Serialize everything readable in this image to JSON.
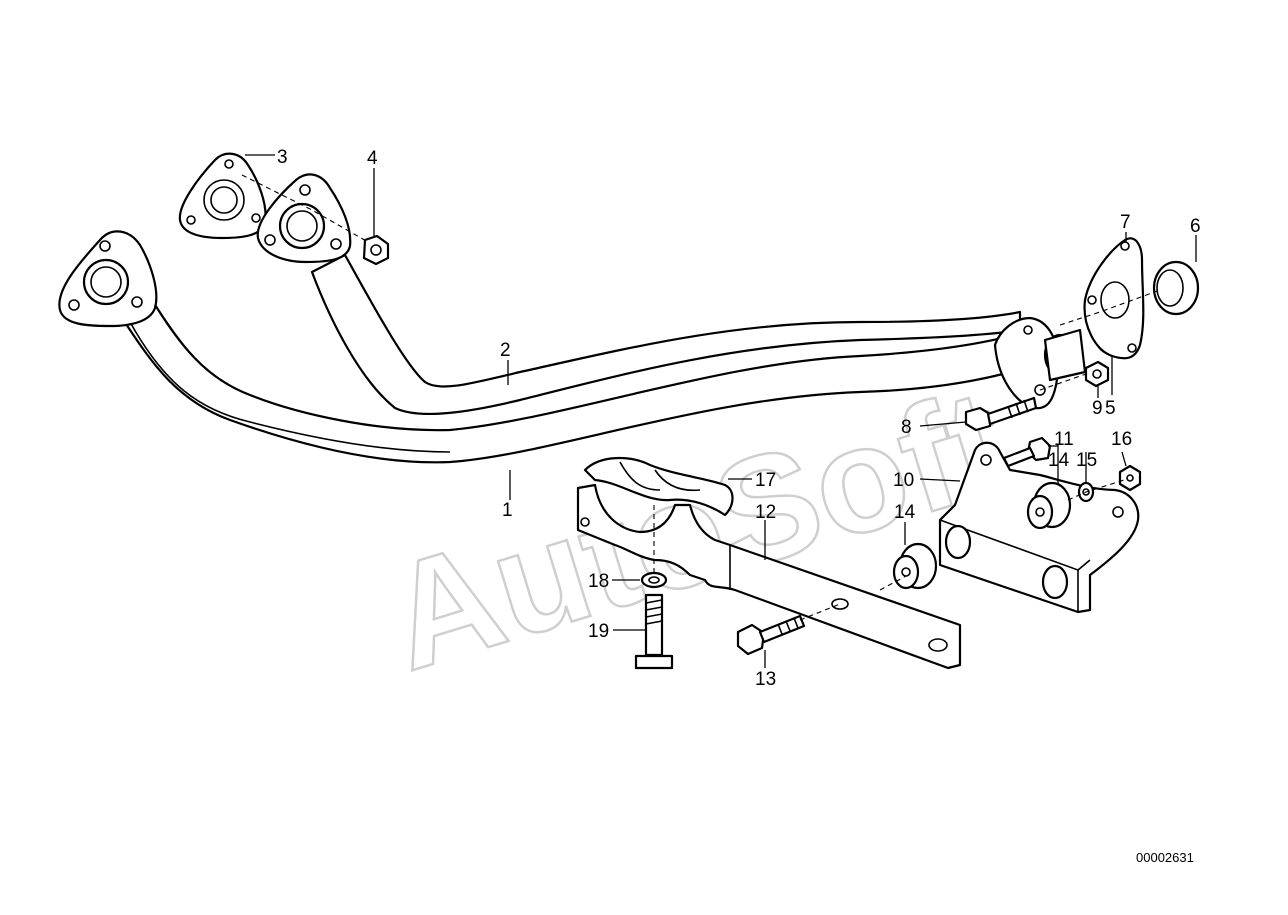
{
  "watermark": "AutoSoft",
  "document_number": "00002631",
  "callouts": [
    {
      "id": "p1",
      "text": "1"
    },
    {
      "id": "p2",
      "text": "2"
    },
    {
      "id": "p3",
      "text": "3"
    },
    {
      "id": "p4",
      "text": "4"
    },
    {
      "id": "p5",
      "text": "5"
    },
    {
      "id": "p6",
      "text": "6"
    },
    {
      "id": "p7",
      "text": "7"
    },
    {
      "id": "p8",
      "text": "8"
    },
    {
      "id": "p9",
      "text": "9"
    },
    {
      "id": "p10",
      "text": "10"
    },
    {
      "id": "p11",
      "text": "11"
    },
    {
      "id": "p12",
      "text": "12"
    },
    {
      "id": "p13",
      "text": "13"
    },
    {
      "id": "p14a",
      "text": "14"
    },
    {
      "id": "p14b",
      "text": "14"
    },
    {
      "id": "p15",
      "text": "15"
    },
    {
      "id": "p16",
      "text": "16"
    },
    {
      "id": "p17",
      "text": "17"
    },
    {
      "id": "p18",
      "text": "18"
    },
    {
      "id": "p19",
      "text": "19"
    }
  ]
}
